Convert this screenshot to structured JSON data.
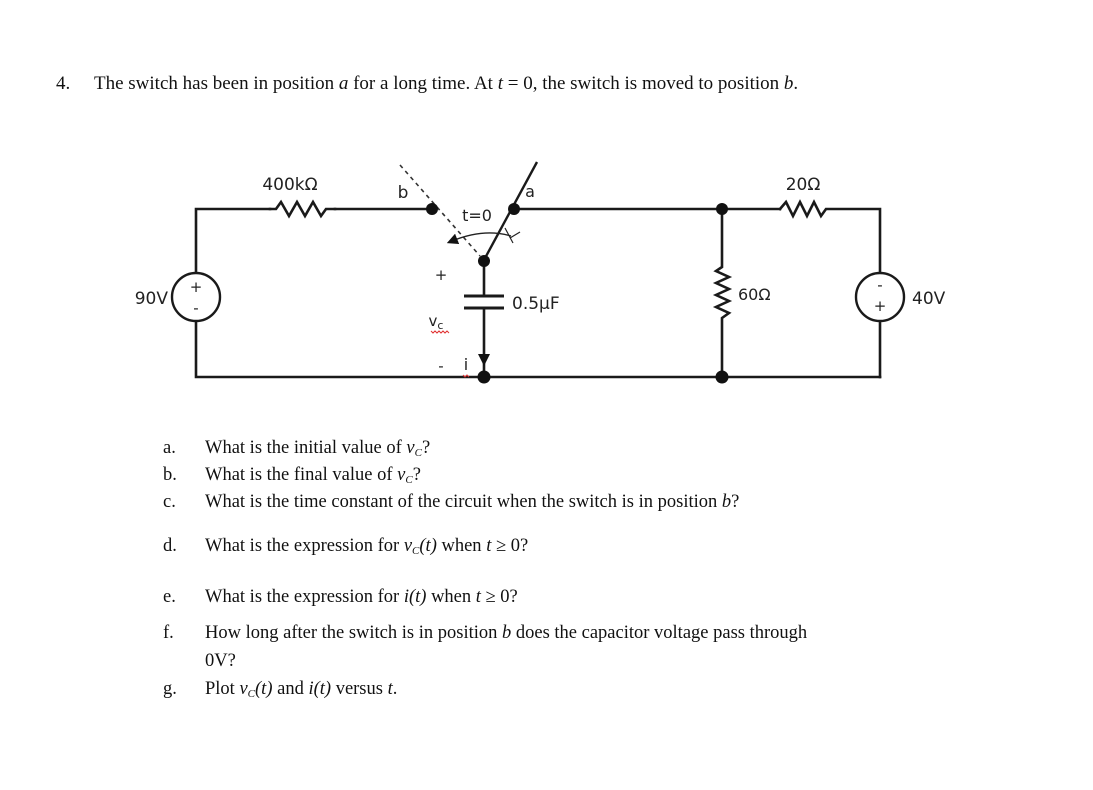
{
  "problem": {
    "number": "4.",
    "statement_parts": [
      "The switch has been in position ",
      "a",
      " for a long time. At ",
      "t",
      " = 0, the switch is moved to position ",
      "b",
      "."
    ]
  },
  "circuit": {
    "source_left": {
      "label": "90V",
      "plus": "+",
      "minus": "-"
    },
    "resistor_left": {
      "label": "400kΩ"
    },
    "switch": {
      "pos_b": "b",
      "pos_a": "a",
      "time_label": "t=0"
    },
    "capacitor": {
      "label": "0.5μF",
      "plus": "+",
      "minus": "-",
      "voltage_label": "v",
      "voltage_sub": "c",
      "current_label": "i"
    },
    "resistor_shunt": {
      "label": "60Ω"
    },
    "resistor_right": {
      "label": "20Ω"
    },
    "source_right": {
      "label": "40V",
      "plus": "+",
      "minus": "-"
    }
  },
  "questions": [
    {
      "letter": "a.",
      "parts": [
        "What is the initial value of ",
        "v",
        "C",
        "?"
      ]
    },
    {
      "letter": "b.",
      "parts": [
        "What is the final value of ",
        "v",
        "C",
        "?"
      ]
    },
    {
      "letter": "c.",
      "text_pre": "What is the time constant of the circuit when the switch is in position ",
      "italic": "b",
      "text_post": "?"
    },
    {
      "letter": "d.",
      "text_pre": "What is the expression for ",
      "v": "v",
      "sub": "C",
      "fn": "(t)",
      "mid": " when ",
      "t": "t",
      "post": " ≥ 0?"
    },
    {
      "letter": "e.",
      "text_pre": "What is the expression for ",
      "fn": "i(t)",
      "mid": " when ",
      "t": "t",
      "post": " ≥ 0?"
    },
    {
      "letter": "f.",
      "text_pre": "How long after the switch is in position ",
      "italic": "b",
      "text_post": " does the capacitor voltage pass through",
      "line2": "0V?"
    },
    {
      "letter": "g.",
      "text_pre": "Plot ",
      "v": "v",
      "sub": "C",
      "fn": "(t)",
      "mid": " and ",
      "fn2": "i(t)",
      "post_pre": " versus ",
      "t": "t",
      "post": "."
    }
  ]
}
